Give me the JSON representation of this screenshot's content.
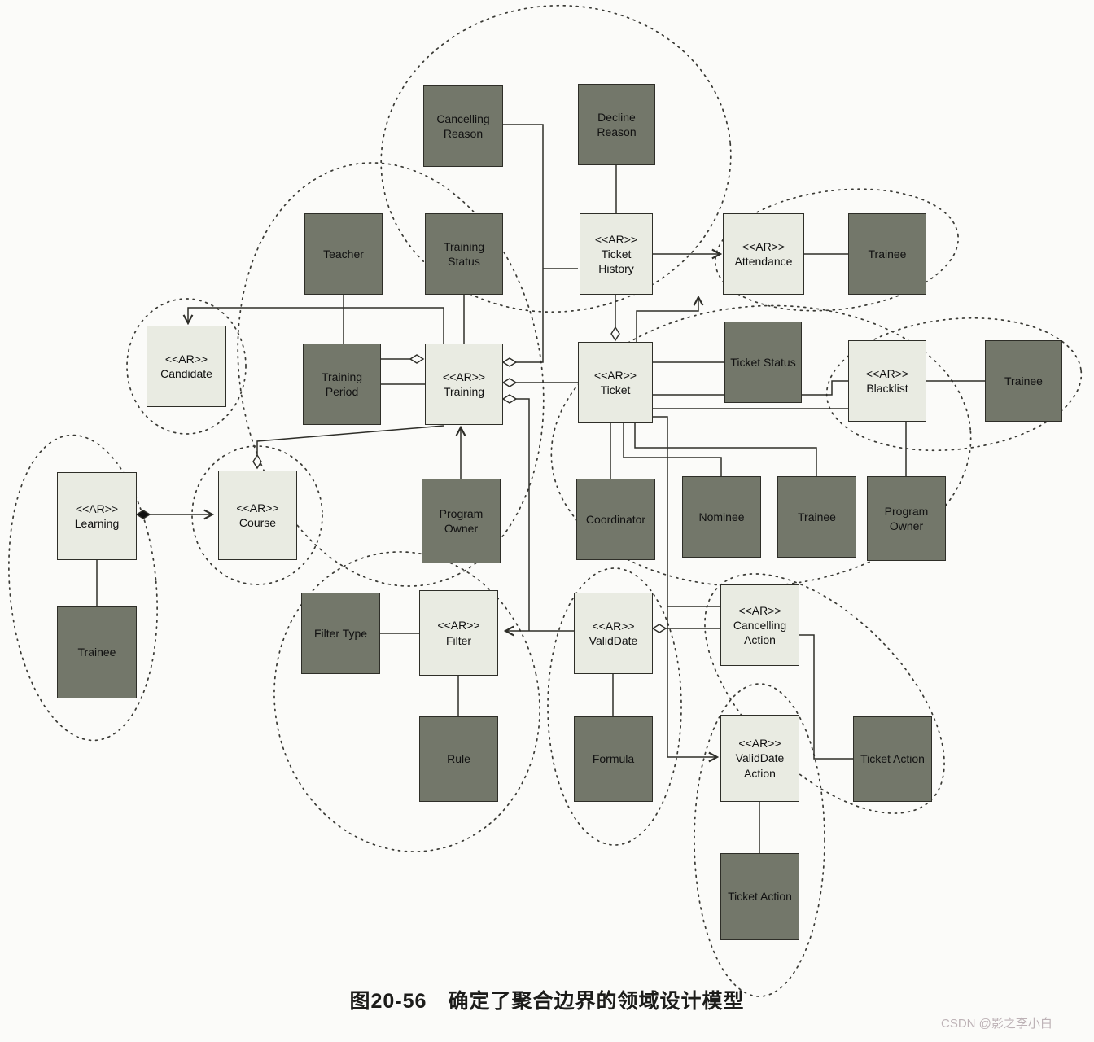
{
  "diagram": {
    "caption_number": "图20-56",
    "caption_title": "确定了聚合边界的领域设计模型",
    "watermark": "CSDN @影之李小白",
    "colors": {
      "entity_fill": "#73776a",
      "aggregate_root_fill": "#e9ebe2",
      "line": "#2e2e29",
      "boundary": "#3a3a35",
      "background": "#fbfbf9"
    }
  },
  "nodes": {
    "cancelling_reason": {
      "label": "Cancelling Reason"
    },
    "decline_reason": {
      "label": "Decline Reason"
    },
    "teacher": {
      "label": "Teacher"
    },
    "training_status": {
      "label": "Training Status"
    },
    "ticket_history": {
      "stereotype": "<<AR>>",
      "label": "Ticket History"
    },
    "attendance": {
      "stereotype": "<<AR>>",
      "label": "Attendance"
    },
    "trainee_attendance": {
      "label": "Trainee"
    },
    "candidate": {
      "stereotype": "<<AR>>",
      "label": "Candidate"
    },
    "training_period": {
      "label": "Training Period"
    },
    "training": {
      "stereotype": "<<AR>>",
      "label": "Training"
    },
    "ticket": {
      "stereotype": "<<AR>>",
      "label": "Ticket"
    },
    "ticket_status": {
      "label": "Ticket Status"
    },
    "blacklist": {
      "stereotype": "<<AR>>",
      "label": "Blacklist"
    },
    "trainee_blacklist": {
      "label": "Trainee"
    },
    "learning": {
      "stereotype": "<<AR>>",
      "label": "Learning"
    },
    "course": {
      "stereotype": "<<AR>>",
      "label": "Course"
    },
    "program_owner_training": {
      "label": "Program Owner"
    },
    "coordinator": {
      "label": "Coordinator"
    },
    "nominee": {
      "label": "Nominee"
    },
    "trainee_ticket": {
      "label": "Trainee"
    },
    "program_owner_ticket": {
      "label": "Program Owner"
    },
    "trainee_learning": {
      "label": "Trainee"
    },
    "filter_type": {
      "label": "Filter Type"
    },
    "filter": {
      "stereotype": "<<AR>>",
      "label": "Filter"
    },
    "validdate": {
      "stereotype": "<<AR>>",
      "label": "ValidDate"
    },
    "cancelling_action": {
      "stereotype": "<<AR>>",
      "label": "Cancelling Action"
    },
    "rule": {
      "label": "Rule"
    },
    "formula": {
      "label": "Formula"
    },
    "validdate_action": {
      "stereotype": "<<AR>>",
      "label": "ValidDate Action"
    },
    "ticket_action_right": {
      "label": "Ticket Action"
    },
    "ticket_action_bottom": {
      "label": "Ticket Action"
    }
  }
}
